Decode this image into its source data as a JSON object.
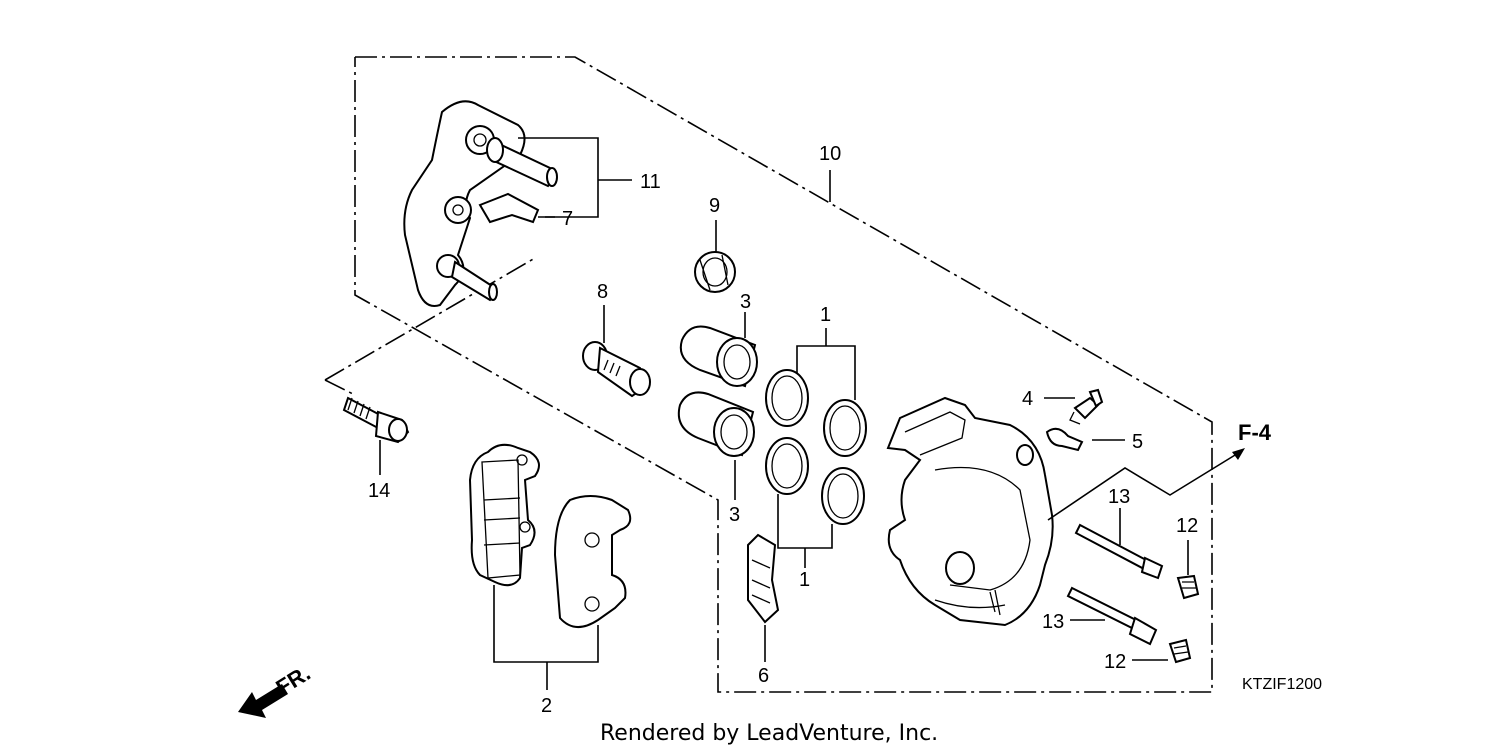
{
  "labels": {
    "p1a": "1",
    "p1b": "1",
    "p2": "2",
    "p3a": "3",
    "p3b": "3",
    "p4": "4",
    "p5": "5",
    "p6": "6",
    "p7": "7",
    "p8": "8",
    "p9": "9",
    "p10": "10",
    "p11": "11",
    "p12a": "12",
    "p12b": "12",
    "p13a": "13",
    "p13b": "13",
    "p14": "14"
  },
  "ref_tag": "F-4",
  "front_arrow": "FR.",
  "diagram_code": "KTZIF1200",
  "credit": "Rendered by LeadVenture, Inc."
}
